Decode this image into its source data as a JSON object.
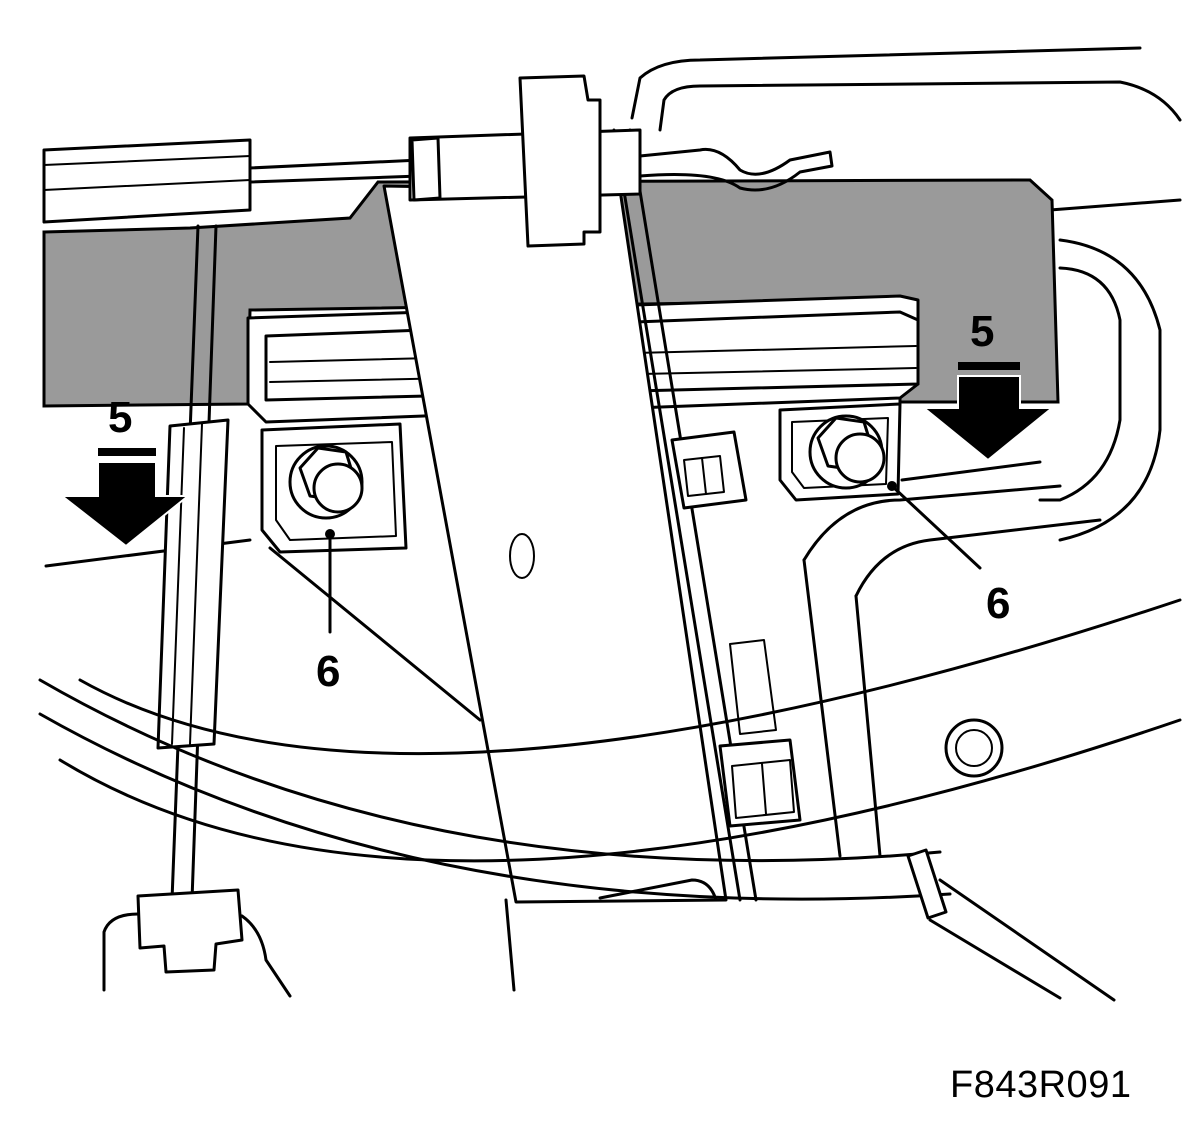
{
  "diagram": {
    "callouts": {
      "arrow_left": "5",
      "arrow_right": "5",
      "bolt_left": "6",
      "bolt_right": "6"
    },
    "figure_id": "F843R091",
    "colors": {
      "panel_shade": "#9a9a9a",
      "line": "#000000",
      "background": "#ffffff"
    }
  }
}
